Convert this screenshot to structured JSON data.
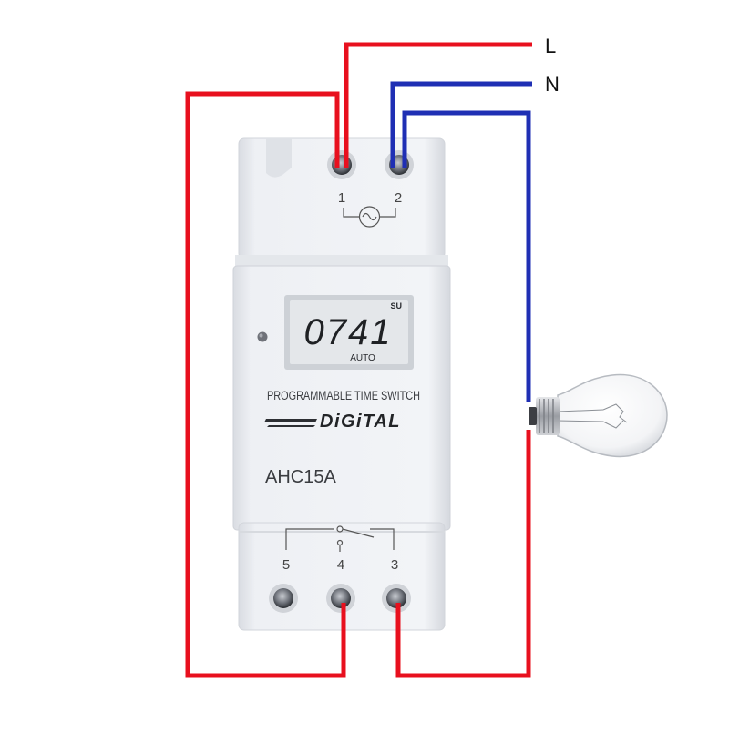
{
  "supply": {
    "live_label": "L",
    "neutral_label": "N"
  },
  "device": {
    "display": {
      "digits": "0741",
      "day": "SU",
      "mode": "AUTO"
    },
    "product_line": "PROGRAMMABLE TIME SWITCH",
    "brand": "DiGiTAL",
    "model": "AHC15A",
    "terminals": {
      "t1": "1",
      "t2": "2",
      "t3": "3",
      "t4": "4",
      "t5": "5"
    }
  },
  "colors": {
    "live_wire": "#e8101e",
    "neutral_wire": "#1f2fb4",
    "housing": "#eef0f4",
    "lcd": "#e4e7ea"
  },
  "icons": {
    "ac_supply": "ac-sine-icon",
    "load": "light-bulb-icon"
  }
}
